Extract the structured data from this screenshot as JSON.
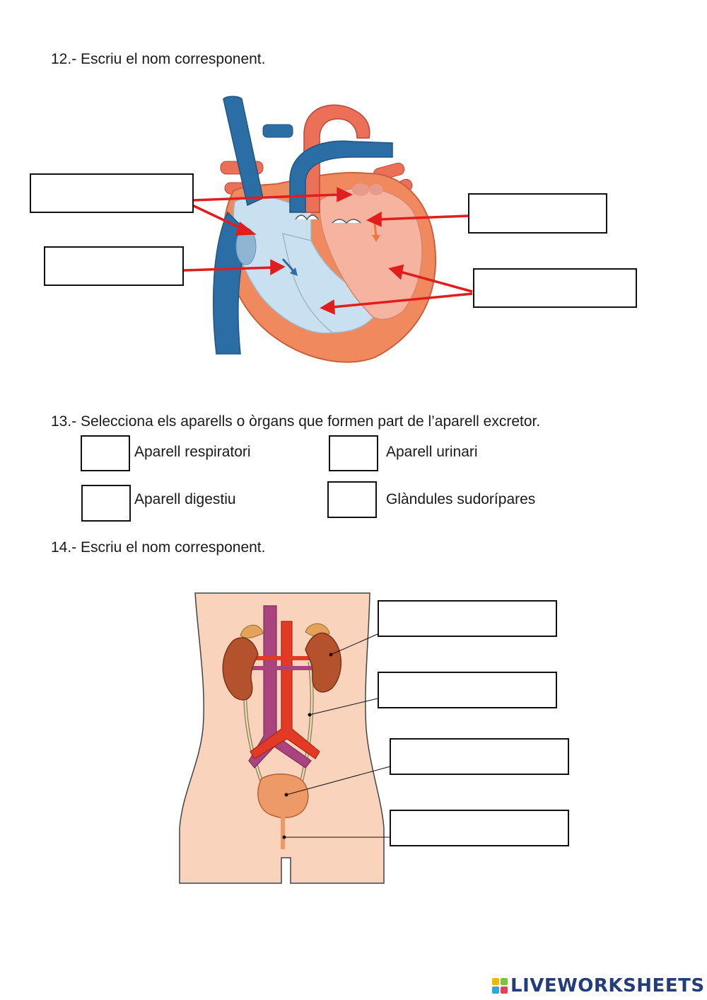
{
  "q12": {
    "title": "12.- Escriu el nom corresponent."
  },
  "q13": {
    "title": "13.- Selecciona els aparells o òrgans que formen part de l’aparell excretor.",
    "options": [
      {
        "label": "Aparell respiratori"
      },
      {
        "label": "Aparell urinari"
      },
      {
        "label": "Aparell digestiu"
      },
      {
        "label": "Glàndules sudorípares"
      }
    ]
  },
  "q14": {
    "title": "14.- Escriu el nom corresponent."
  },
  "footer": {
    "brand": "LIVEWORKSHEETS"
  },
  "colors": {
    "arrow": "#e21d1d",
    "vein_blue": "#2b6ea6",
    "artery_orange": "#ec6f57",
    "heart_right_fill": "#c9e0f0",
    "heart_left_fill": "#f6b3a0",
    "heart_wall": "#f0895e",
    "skin": "#f9d3bb",
    "kidney": "#b5522e",
    "bladder": "#ee9a68",
    "vena_cava": "#a9447e",
    "aorta": "#e23a25",
    "brand": "#243c7a"
  }
}
